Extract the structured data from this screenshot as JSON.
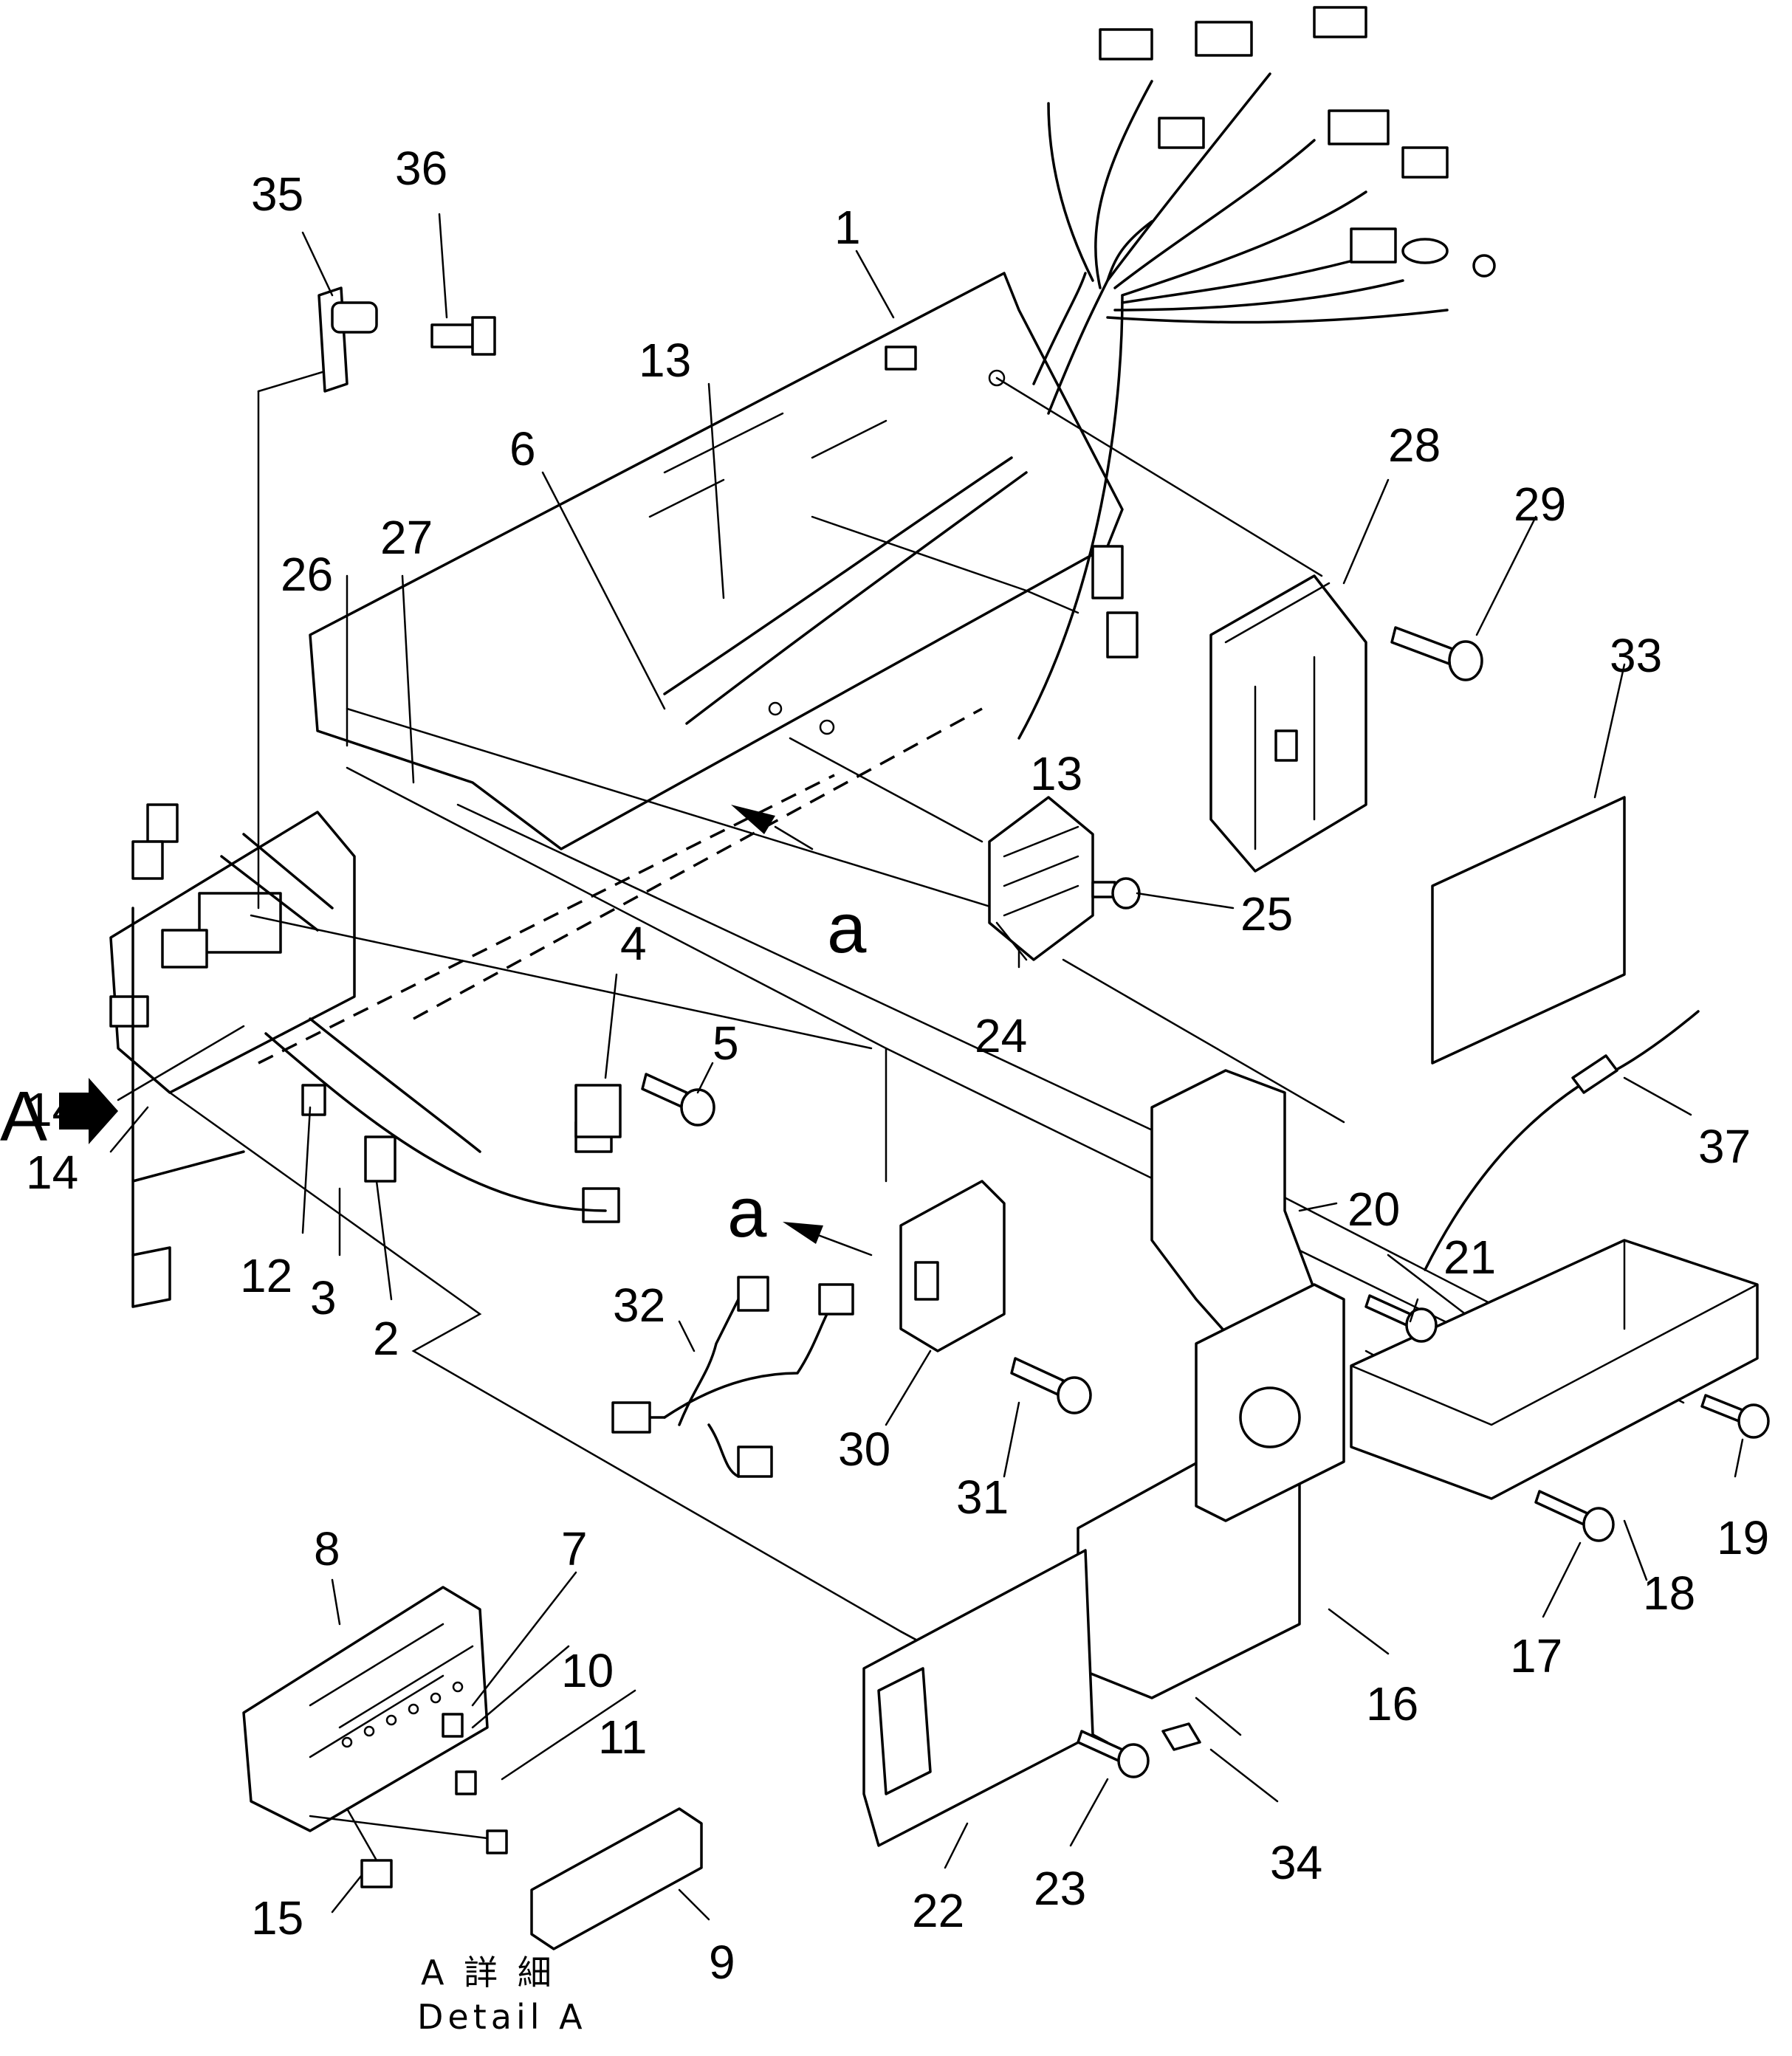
{
  "diagram": {
    "callouts": {
      "c1": "1",
      "c2": "2",
      "c3": "3",
      "c4": "4",
      "c5": "5",
      "c6": "6",
      "c7": "7",
      "c8": "8",
      "c9": "9",
      "c10": "10",
      "c11": "11",
      "c12": "12",
      "c13a": "13",
      "c13b": "13",
      "c14a": "14",
      "c14b": "14",
      "c15": "15",
      "c16": "16",
      "c17": "17",
      "c18": "18",
      "c19": "19",
      "c20": "20",
      "c21": "21",
      "c22": "22",
      "c23": "23",
      "c24": "24",
      "c25": "25",
      "c26": "26",
      "c27": "27",
      "c28": "28",
      "c29": "29",
      "c30": "30",
      "c31": "31",
      "c32": "32",
      "c33": "33",
      "c34": "34",
      "c35": "35",
      "c36": "36",
      "c37": "37"
    },
    "view_marker": "A",
    "connection_labels": {
      "a1": "a",
      "a2": "a"
    },
    "detail_caption_jp": "A 詳 細",
    "detail_caption_en": "Detail A"
  }
}
